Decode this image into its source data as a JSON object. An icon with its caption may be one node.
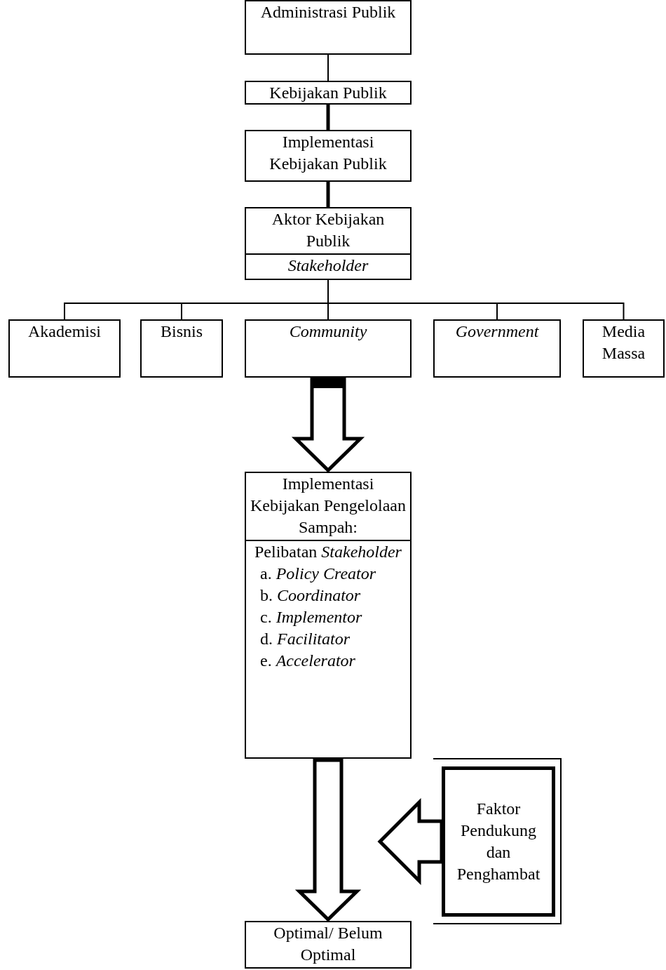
{
  "diagram": {
    "nodes": [
      {
        "text": [
          "Administrasi Publik"
        ]
      },
      {
        "text": [
          "Kebijakan Publik"
        ]
      },
      {
        "text": [
          "Implementasi Kebijakan Publik"
        ]
      },
      {
        "text": [
          "Aktor Kebijakan Publik",
          "Stakeholder"
        ]
      },
      {
        "text": [
          "Akademisi"
        ]
      },
      {
        "text": [
          "Bisnis"
        ]
      },
      {
        "text": [
          "Community"
        ]
      },
      {
        "text": [
          "Government"
        ]
      },
      {
        "text": [
          "Media Massa"
        ]
      },
      {
        "text": [
          "Implementasi Kebijakan Pengelolaan Sampah:",
          "Pelibatan *Stakeholder*",
          "a. *Policy Creator*",
          "b. *Coordinator*",
          "c. *Implementor*",
          "d. *Facilitator*",
          "e. *Accelerator*"
        ]
      },
      {
        "text": [
          "Faktor Pendukung dan Penghambat"
        ]
      },
      {
        "text": [
          "Optimal/ Belum Optimal"
        ]
      }
    ],
    "edges": [
      {
        "from": 0,
        "to": 1,
        "arrow": "none"
      },
      {
        "from": 1,
        "to": 2,
        "arrow": "none",
        "style": "thick"
      },
      {
        "from": 2,
        "to": 3,
        "arrow": "none",
        "style": "thick"
      },
      {
        "from": 3,
        "to": 4,
        "arrow": "none"
      },
      {
        "from": 3,
        "to": 5,
        "arrow": "none"
      },
      {
        "from": 3,
        "to": 6,
        "arrow": "none"
      },
      {
        "from": 3,
        "to": 7,
        "arrow": "none"
      },
      {
        "from": 3,
        "to": 8,
        "arrow": "none"
      },
      {
        "from": 6,
        "to": 9,
        "arrow": "to"
      },
      {
        "from": 9,
        "to": 11,
        "arrow": "to"
      },
      {
        "from": 10,
        "to": null,
        "arrow": "to"
      }
    ]
  }
}
